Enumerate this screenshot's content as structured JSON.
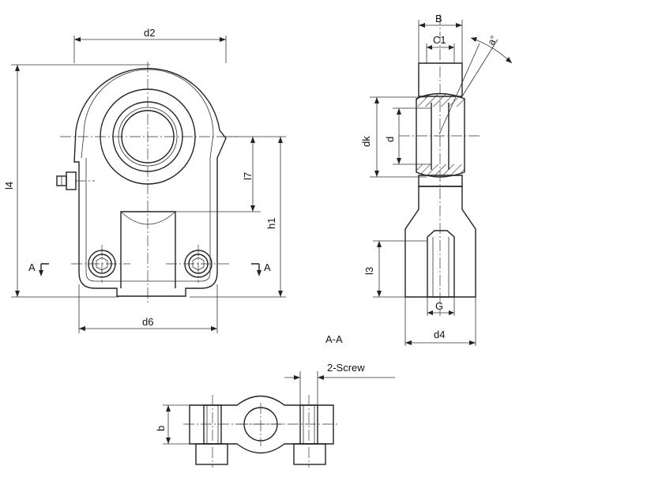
{
  "labels": {
    "d2": "d2",
    "l4": "l4",
    "l7": "l7",
    "h1": "h1",
    "d6": "d6",
    "A_left": "A",
    "A_right": "A",
    "B": "B",
    "C1": "C1",
    "angle": "a°",
    "dk": "dk",
    "d": "d",
    "l3": "l3",
    "G": "G",
    "d4": "d4",
    "section": "A-A",
    "screw": "2-Screw",
    "b": "b"
  }
}
